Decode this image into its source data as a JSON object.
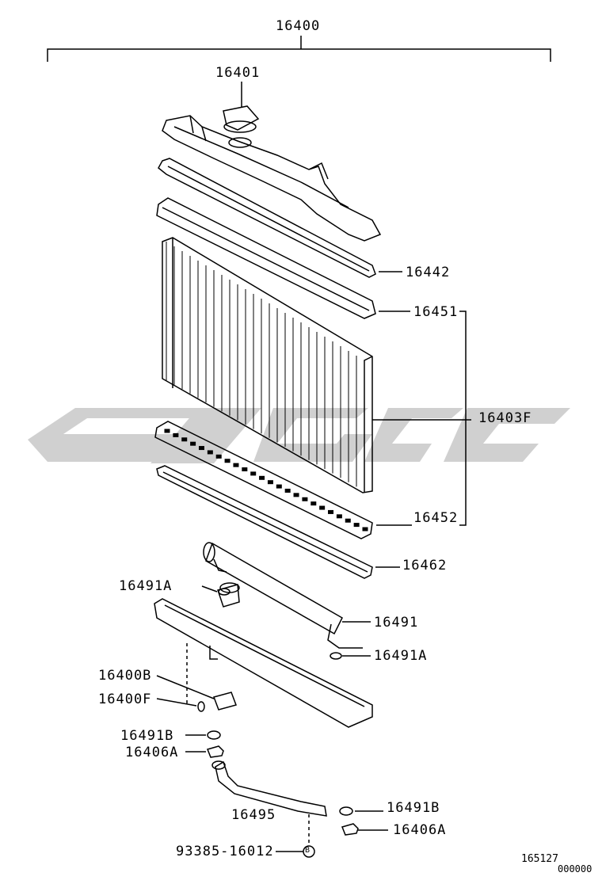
{
  "diagram": {
    "assembly_number": "16400",
    "parts": {
      "cap": "16401",
      "gasket_top": "16442",
      "tank_plate_top": "16451",
      "core": "16403F",
      "tank_plate_bottom": "16452",
      "gasket_bottom": "16462",
      "washer_left": "16491A",
      "upper_hose": "16491",
      "washer_right": "16491A",
      "drain_cock": "16400B",
      "drain_cock_seal": "16400F",
      "washer_b_left": "16491B",
      "nut_a_left": "16406A",
      "bracket": "16495",
      "washer_b_right": "16491B",
      "nut_a_right": "16406A",
      "bolt": "93385-16012",
      "bolt_marker": "B"
    },
    "footer": {
      "code": "165127",
      "sub_code": "000000"
    }
  }
}
